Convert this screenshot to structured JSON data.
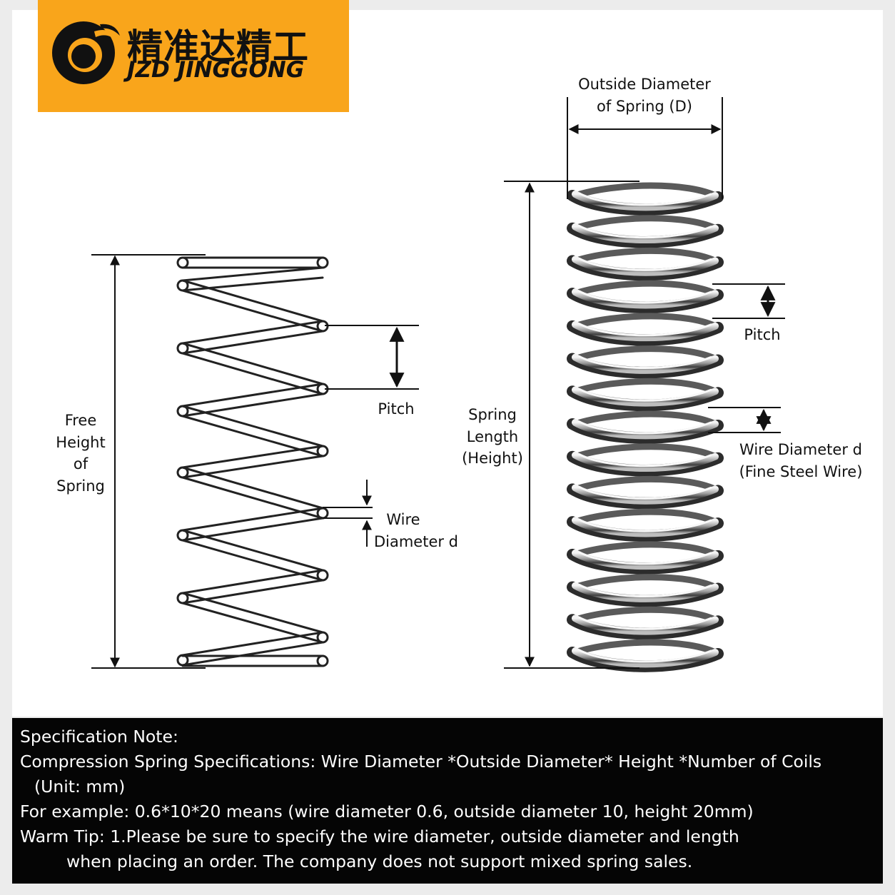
{
  "logo": {
    "name_cn": "精准达精工",
    "name_en": "JZD JINGGONG",
    "icon": "swirl-logo-icon"
  },
  "colors": {
    "logo_bg": "#f9a51b",
    "panel_bg": "#050505",
    "wire": "#222222"
  },
  "left_diagram": {
    "free_height_label": [
      "Free",
      "Height",
      "of",
      "Spring"
    ],
    "pitch_label": "Pitch",
    "wire_label": [
      "Wire",
      "Diameter d"
    ]
  },
  "right_diagram": {
    "outside_label": [
      "Outside Diameter",
      "of Spring (D)"
    ],
    "length_label": [
      "Spring",
      "Length",
      "(Height)"
    ],
    "pitch_label": "Pitch",
    "wire_label": [
      "Wire Diameter d",
      "(Fine Steel Wire)"
    ]
  },
  "spec_note": {
    "title": "Specification Note:",
    "line1": "Compression Spring Specifications: Wire Diameter *Outside Diameter* Height *Number of Coils",
    "line2": "(Unit: mm)",
    "line3": "For example: 0.6*10*20 means (wire diameter 0.6, outside diameter 10, height 20mm)",
    "line4": "Warm Tip: 1.Please be sure to specify the wire diameter, outside diameter and length",
    "line5": "when placing an order. The company does not support mixed spring sales."
  }
}
